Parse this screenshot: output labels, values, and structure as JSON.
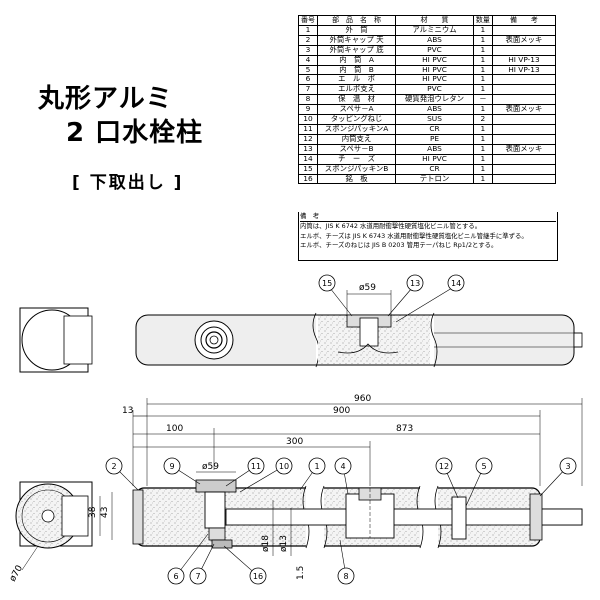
{
  "title": {
    "line1": "丸形アルミ",
    "line2": "2 口水栓柱",
    "line3": "[ 下取出し ]"
  },
  "parts_table": {
    "headers": [
      "番号",
      "部　品　名　称",
      "材　　質",
      "数量",
      "備　　考"
    ],
    "rows": [
      [
        "1",
        "外　筒",
        "アルミニウム",
        "1",
        ""
      ],
      [
        "2",
        "外筒キャップ 天",
        "ABS",
        "1",
        "表面メッキ"
      ],
      [
        "3",
        "外筒キャップ 底",
        "PVC",
        "1",
        ""
      ],
      [
        "4",
        "内　筒　A",
        "HI PVC",
        "1",
        "HI VP-13"
      ],
      [
        "5",
        "内　筒　B",
        "HI PVC",
        "1",
        "HI VP-13"
      ],
      [
        "6",
        "エ　ル　ボ",
        "HI PVC",
        "1",
        ""
      ],
      [
        "7",
        "エルボ支え",
        "PVC",
        "1",
        ""
      ],
      [
        "8",
        "保　温　材",
        "硬質発泡ウレタン",
        "－",
        ""
      ],
      [
        "9",
        "スペサ－A",
        "ABS",
        "1",
        "表面メッキ"
      ],
      [
        "10",
        "タッピングねじ",
        "SUS",
        "2",
        ""
      ],
      [
        "11",
        "スポンジパッキンA",
        "CR",
        "1",
        ""
      ],
      [
        "12",
        "内筒支え",
        "PE",
        "1",
        ""
      ],
      [
        "13",
        "スペサ－B",
        "ABS",
        "1",
        "表面メッキ"
      ],
      [
        "14",
        "チ　ー　ズ",
        "HI PVC",
        "1",
        ""
      ],
      [
        "15",
        "スポンジパッキンB",
        "CR",
        "1",
        ""
      ],
      [
        "16",
        "銘　板",
        "テトロン",
        "1",
        ""
      ]
    ],
    "notes_heading": "備　考",
    "notes": [
      "内筒は、JIS K 6742 水道用耐衝撃性硬質塩化ビニル管とする。",
      "エルボ、チーズは JIS K 6743 水道用耐衝撃性硬質塩化ビニル管継手に準ずる。",
      "エルボ、チーズのねじは JIS B 0203 管用テーパねじ Rp1/2とする。"
    ]
  },
  "top_view": {
    "dia_label": "ø59",
    "callouts": [
      "15",
      "13",
      "14"
    ]
  },
  "section_view": {
    "dims": {
      "overall": "960",
      "body": "900",
      "cap_top": "13",
      "to_outlet1": "100",
      "to_outlet2": "300",
      "to_end": "873",
      "outlet_dia": "ø59",
      "h38": "38",
      "h43": "43",
      "dia70": "ø70",
      "dia18": "ø18",
      "dia13": "ø13",
      "t15": "1.5"
    },
    "callouts_top": [
      "2",
      "9",
      "11",
      "10",
      "1",
      "4",
      "12",
      "5",
      "3"
    ],
    "callouts_bottom": [
      "6",
      "7",
      "16",
      "8"
    ]
  }
}
